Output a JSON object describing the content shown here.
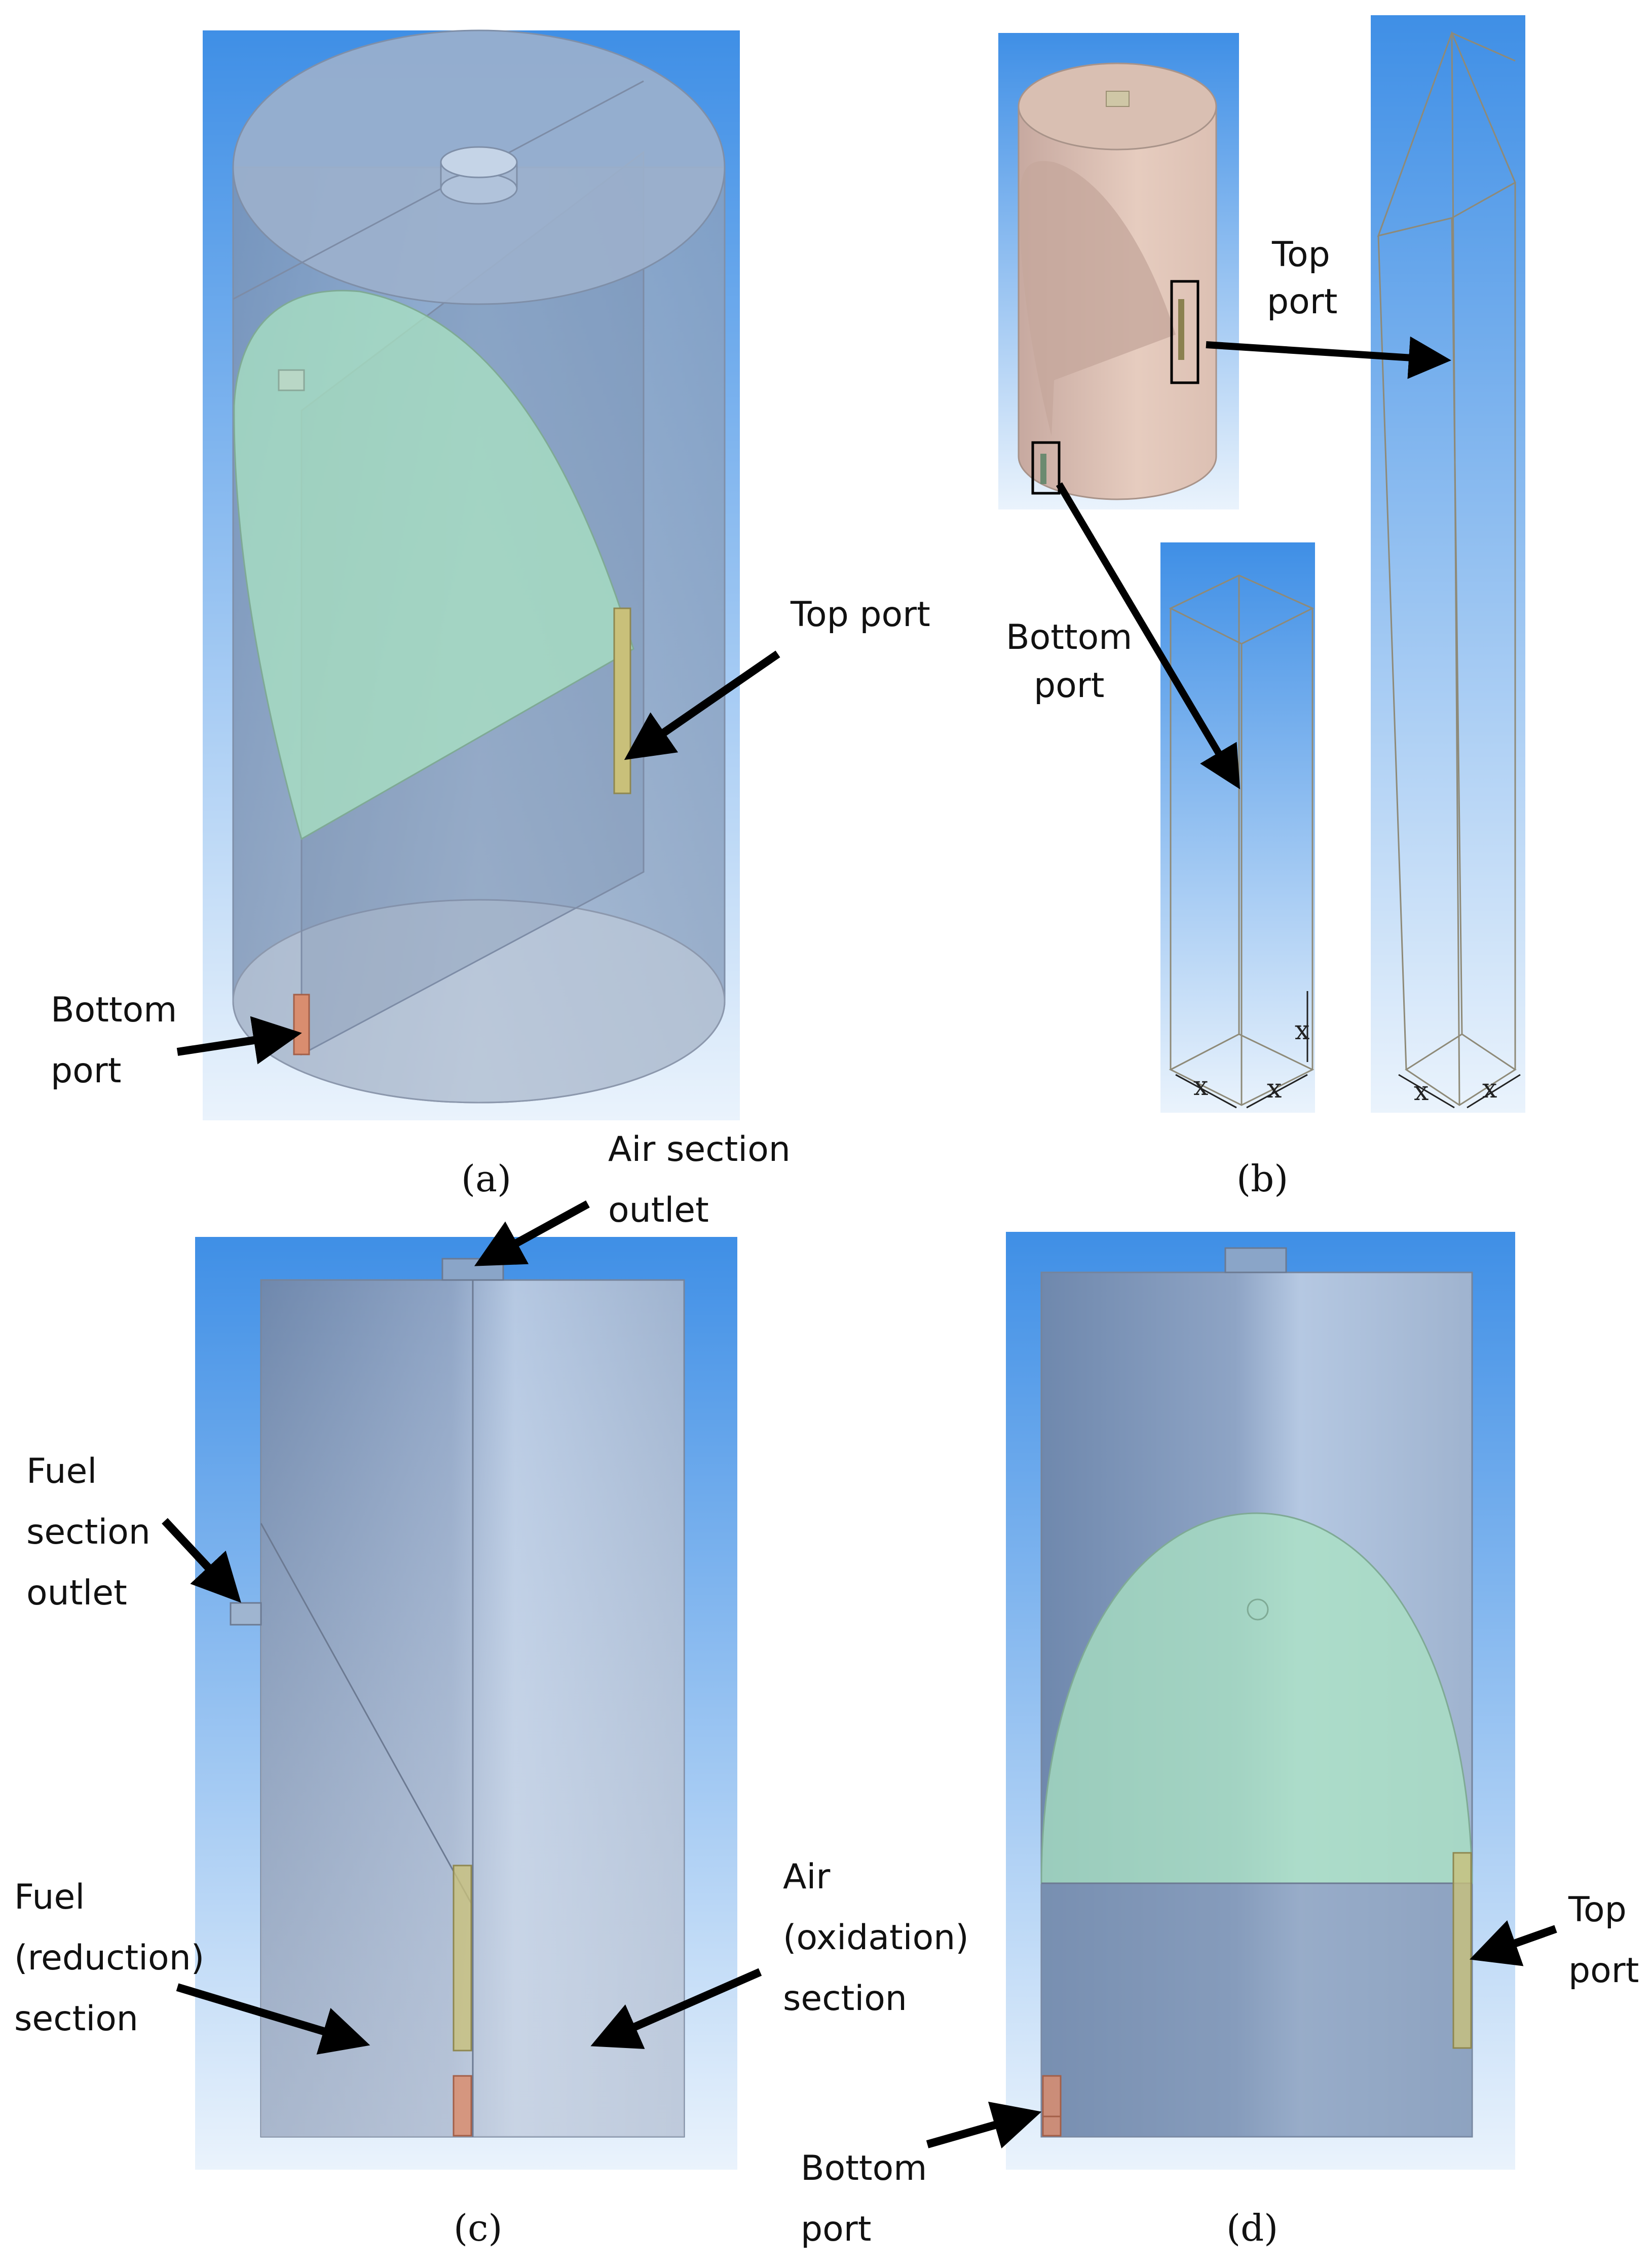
{
  "colors": {
    "bg_top": "#3f8fe6",
    "bg_bottom": "#eaf3fc",
    "body": "#8aa0bd",
    "plane": "#a9e3c2",
    "port_top": "#c9c07a",
    "port_bottom": "#d98d6f",
    "peach": "#e3c4b4",
    "arrow": "#000000"
  },
  "panels": {
    "a": {
      "caption": "(a)",
      "top_port_label": "Top port",
      "bottom_port_label": [
        "Bottom",
        "port"
      ]
    },
    "b": {
      "caption": "(b)",
      "top_port_label": [
        "Top",
        "port"
      ],
      "bottom_port_label": [
        "Bottom",
        "port"
      ],
      "dimension_symbol": "x"
    },
    "c": {
      "caption": "(c)",
      "air_outlet_label": [
        "Air section",
        "outlet"
      ],
      "fuel_outlet_label": [
        "Fuel",
        "section",
        "outlet"
      ],
      "fuel_section_label": [
        "Fuel",
        "(reduction)",
        "section"
      ],
      "air_section_label": [
        "Air",
        "(oxidation)",
        "section"
      ]
    },
    "d": {
      "caption": "(d)",
      "top_port_label": [
        "Top",
        "port"
      ],
      "bottom_port_label": [
        "Bottom",
        "port"
      ]
    }
  }
}
